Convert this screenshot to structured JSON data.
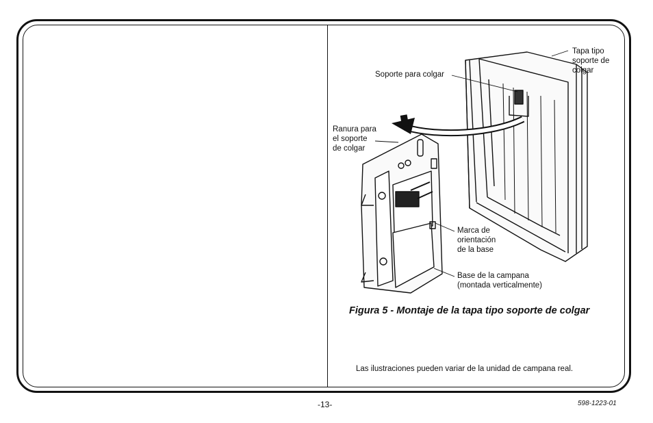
{
  "labels": {
    "tapa": [
      "Tapa tipo",
      "soporte de",
      "colgar"
    ],
    "soporte": "Soporte para colgar",
    "ranura": [
      "Ranura para",
      "el soporte",
      "de colgar"
    ],
    "marca": [
      "Marca de",
      "orientación",
      "de la base"
    ],
    "base": [
      "Base de la campana",
      "(montada verticalmente)"
    ]
  },
  "caption": "Figura 5 - Montaje de la tapa tipo soporte de colgar",
  "disclaimer": "Las ilustraciones pueden variar de la unidad de campana real.",
  "page_number": "-13-",
  "doc_number": "598-1223-01"
}
